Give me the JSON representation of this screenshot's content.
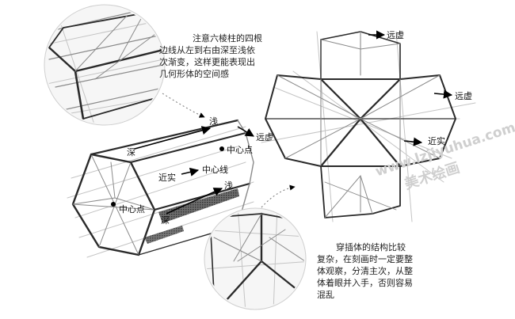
{
  "notes": {
    "top_lines": [
      "注意六棱柱的四根",
      "边线从左到右由深至浅依",
      "次渐变，这样更能表现出",
      "几何形体的空间感"
    ],
    "bottom_lines": [
      "穿插体的结构比较",
      "复杂，在刻画时一定要整",
      "体观察，分清主次，从整",
      "体着眼并入手，否则容易",
      "混乱"
    ]
  },
  "labels": {
    "shallow_top": "浅",
    "deep_top": "深",
    "far_left": "远虚",
    "center_point_right": "中心点",
    "near_solid": "近实",
    "center_line": "中心线",
    "shallow_bottom": "浅",
    "center_point_left": "中心点",
    "deep_bottom": "深",
    "far_top_right": "远虚",
    "far_right": "远虚",
    "near_right": "近实"
  },
  "watermark": {
    "url": "www.lzjiyuhua.com",
    "brand": "美术绘画"
  }
}
